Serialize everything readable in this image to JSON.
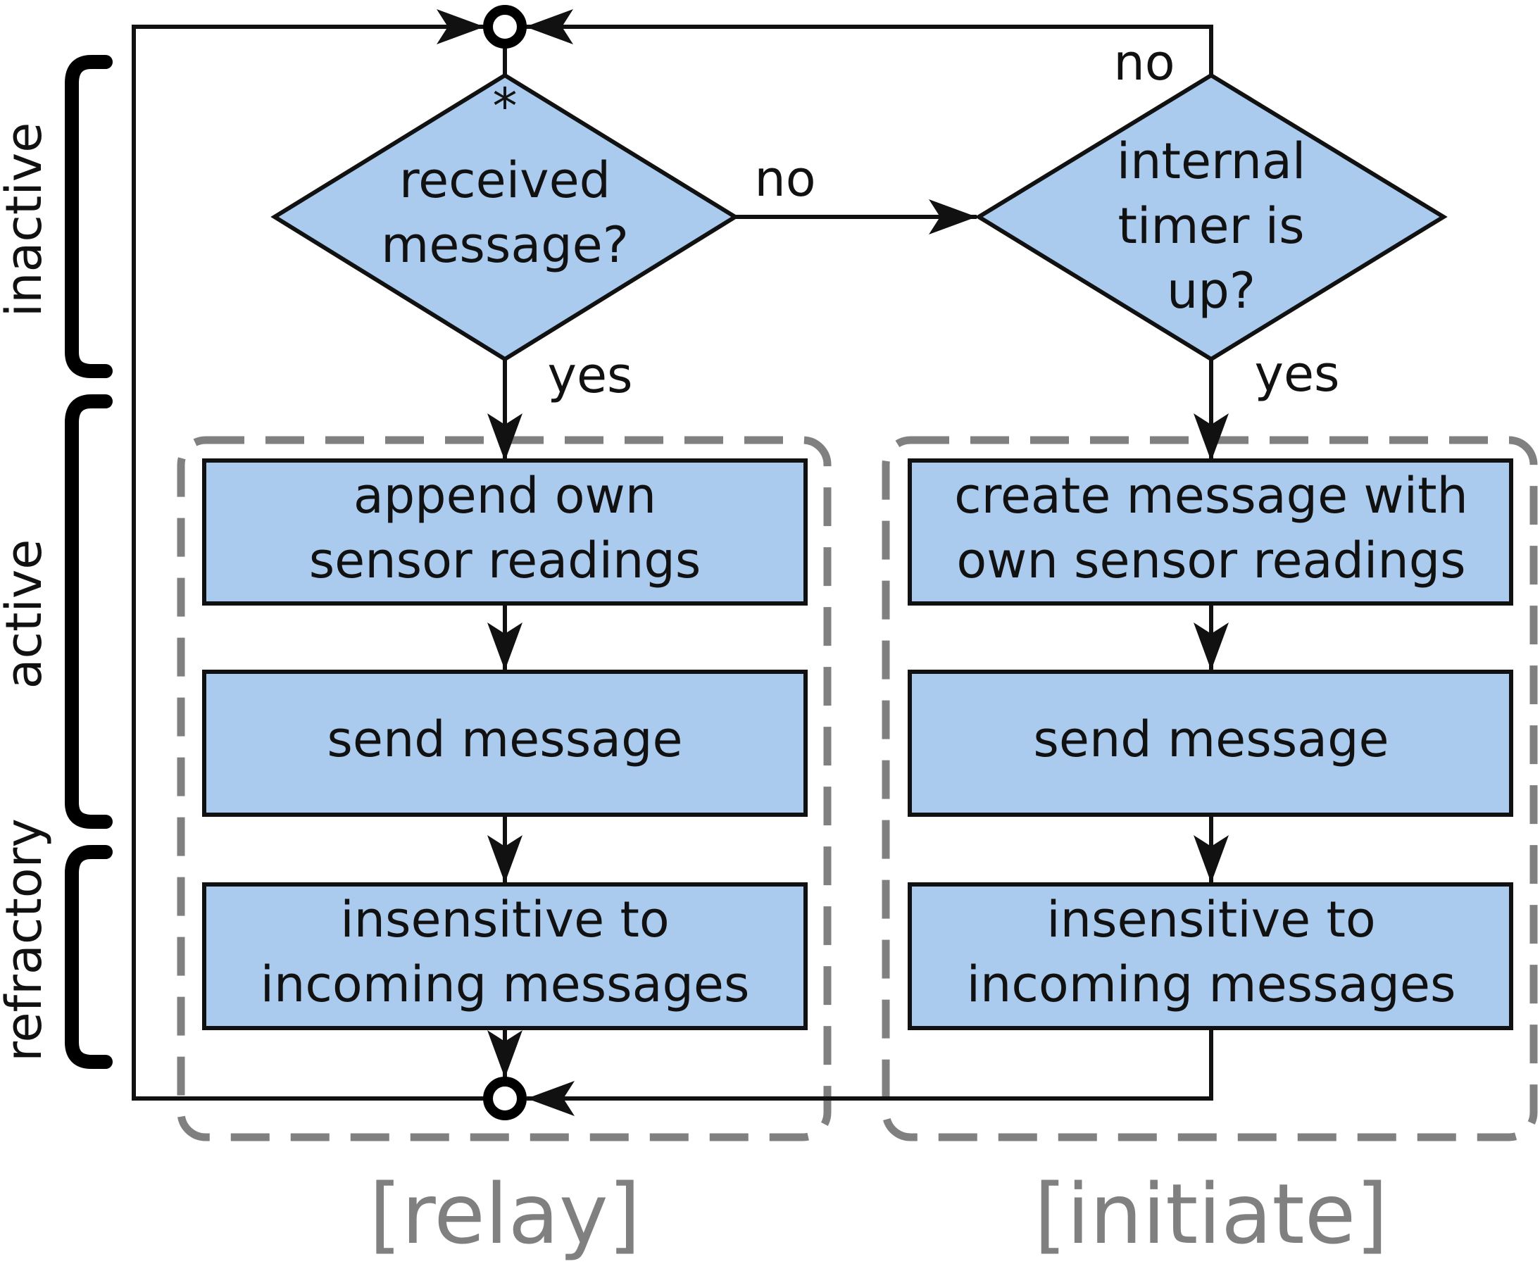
{
  "phases": {
    "inactive": "inactive",
    "active": "active",
    "refractory": "refractory"
  },
  "groups": {
    "relay": "[relay]",
    "initiate": "[initiate]"
  },
  "decisions": {
    "received": {
      "marker": "*",
      "line1": "received",
      "line2": "message?"
    },
    "timer": {
      "line1": "internal",
      "line2": "timer is",
      "line3": "up?"
    }
  },
  "edge_labels": {
    "received_no": "no",
    "received_yes": "yes",
    "timer_no": "no",
    "timer_yes": "yes"
  },
  "relay": {
    "step1": {
      "line1": "append own",
      "line2": "sensor readings"
    },
    "step2": {
      "line1": "send message"
    },
    "step3": {
      "line1": "insensitive to",
      "line2": "incoming messages"
    }
  },
  "initiate": {
    "step1": {
      "line1": "create message with",
      "line2": "own sensor readings"
    },
    "step2": {
      "line1": "send message"
    },
    "step3": {
      "line1": "insensitive to",
      "line2": "incoming messages"
    }
  },
  "colors": {
    "node_fill": "#aacbee",
    "stroke": "#111111",
    "container": "#808080"
  }
}
